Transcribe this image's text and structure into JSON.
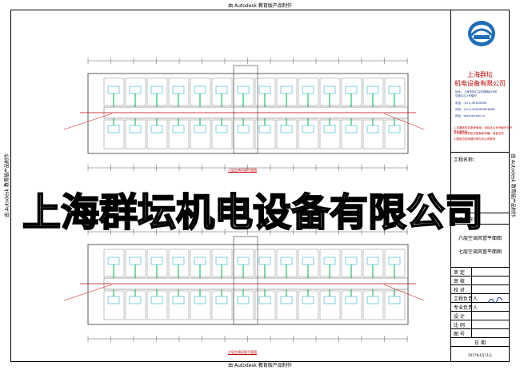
{
  "stamps": {
    "top": "由 Autodesk 教育版产品制作",
    "bottom": "由 Autodesk 教育版产品制作",
    "left": "由 Autodesk 教育版产品制作",
    "right": "由 Autodesk 教育版产品制作"
  },
  "watermark": "上海群坛机电设备有限公司",
  "title_block": {
    "company_name_line1": "上海群坛",
    "company_name_line2": "机电设备有限公司",
    "address_lines": [
      "地址：上海市徐汇区虹梅路838号",
      "华鑫中心2号楼9F",
      "电话：(021)-64826988",
      "传真：(021)-64826988*8888",
      "网址：www.quntan.cn"
    ],
    "notes": [
      "1.本图纸仅供参考使用，未经本公司书面许可不得外借他用",
      "2.不得以任何形式复制和传播，违者必究",
      "3.图纸中如有疑问请与本公司联系"
    ],
    "project_label": "工程名称：",
    "item_label": "项目名称：",
    "drawing_titles": [
      "六层空调风管平面图",
      "七层空调风管平面图"
    ],
    "sign_rows": [
      "审  定",
      "审  核",
      "校  对",
      "工程负责人",
      "专业负责人",
      "设  计",
      "比  例",
      "图  号",
      "日  期"
    ],
    "date": "2017年1月11日"
  },
  "drawing_captions": [
    "六层空调风管平面图",
    "七层空调风管平面图"
  ],
  "colors": {
    "red": "#c00000",
    "blue": "#1f3b8a",
    "green": "#00b050",
    "ink": "#000000",
    "cyan": "#00a0c0"
  }
}
